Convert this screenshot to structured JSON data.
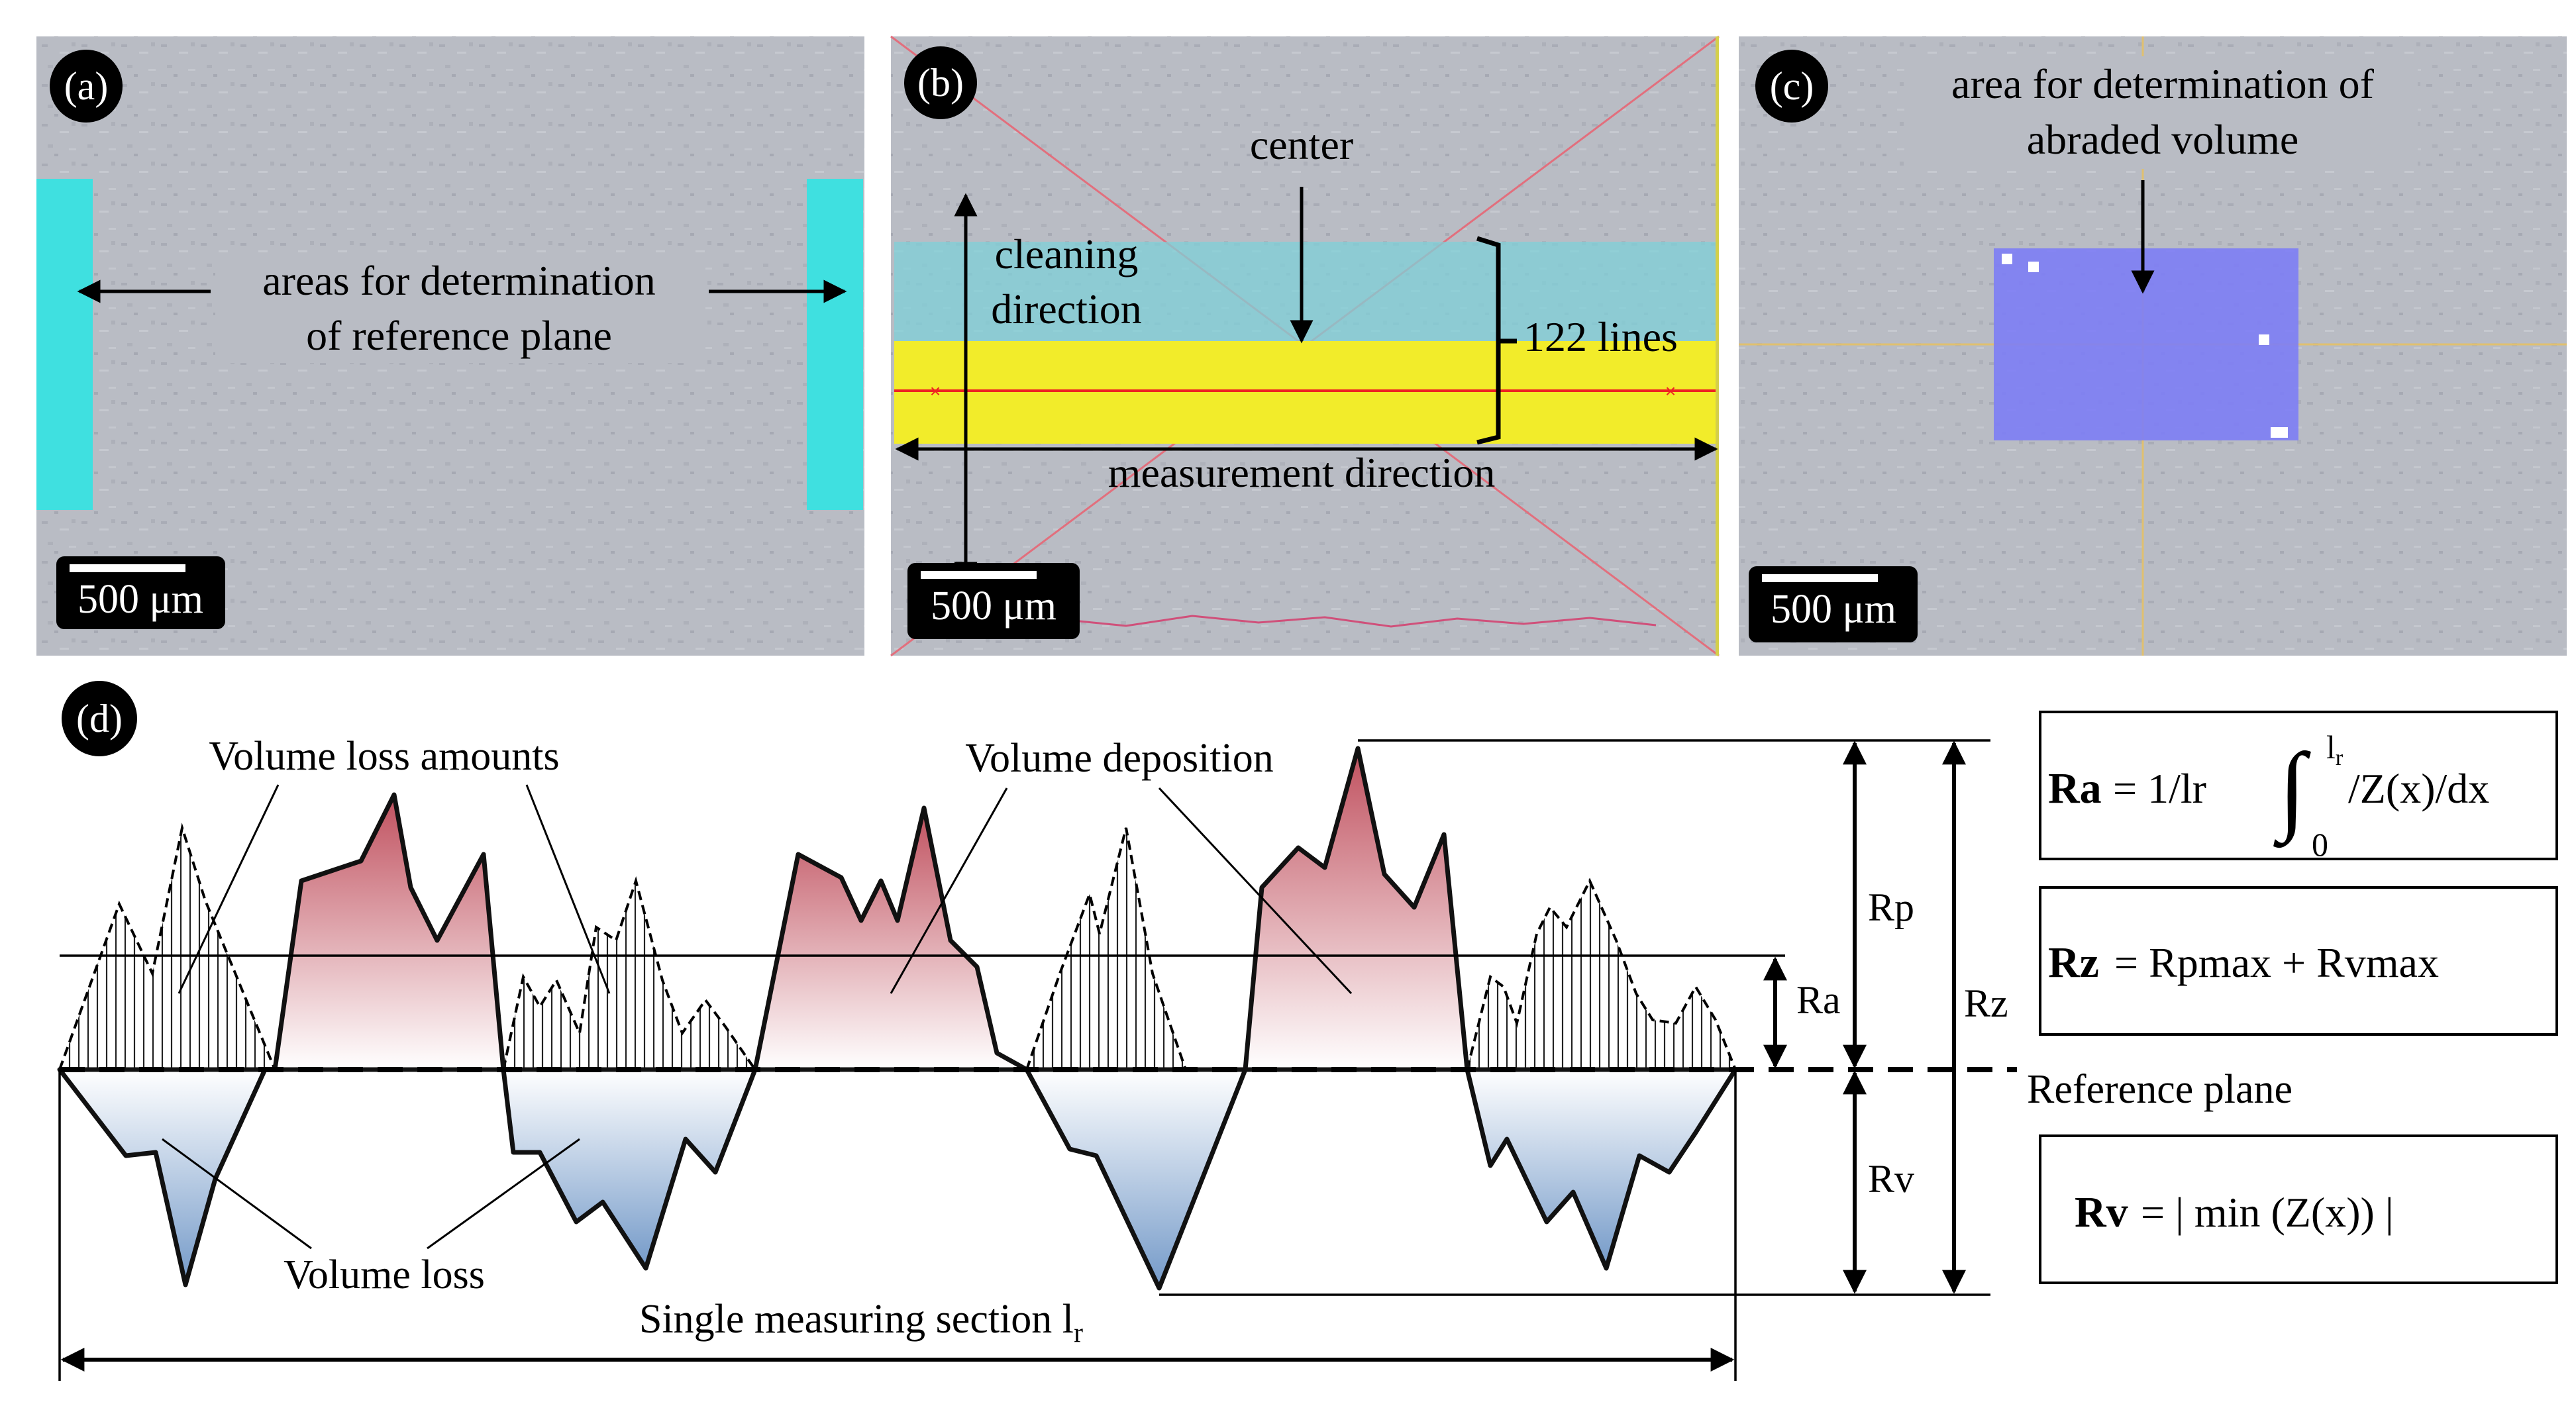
{
  "panels": {
    "a": {
      "label": "(a)",
      "annotation_line1": "areas for determination",
      "annotation_line2": "of reference plane",
      "scale_bar": "500 μm"
    },
    "b": {
      "label": "(b)",
      "center": "center",
      "cleaning_line1": "cleaning",
      "cleaning_line2": "direction",
      "lines_count": "122 lines",
      "measurement": "measurement direction",
      "scale_bar": "500 μm"
    },
    "c": {
      "label": "(c)",
      "annotation_line1": "area for determination of",
      "annotation_line2": "abraded volume",
      "scale_bar": "500 μm"
    },
    "d": {
      "label": "(d)",
      "volume_loss_amounts": "Volume loss amounts",
      "volume_deposition": "Volume deposition",
      "volume_loss": "Volume loss",
      "section": "Single measuring section l",
      "section_sub": "r",
      "ra": "Ra",
      "rp": "Rp",
      "rz": "Rz",
      "rv": "Rv",
      "reference_plane": "Reference plane"
    }
  },
  "formulas": {
    "ra": {
      "symbol": "Ra",
      "expr_pre": "= 1/lr",
      "upper_limit": "l",
      "upper_limit_sub": "r",
      "lower_limit": "0",
      "expr_post": "/Z(x)/dx"
    },
    "rz": {
      "symbol": "Rz",
      "expr": "= Rpmax + Rvmax"
    },
    "rv": {
      "symbol": "Rv",
      "expr": "=  | min (Z(x)) |"
    }
  },
  "colors": {
    "cyan_area": "#3fe0e0",
    "yellow_band": "#f2ec2a",
    "teal_band": "#7fd0d8",
    "blue_area": "#7d7df5",
    "red_profile": "#c85a66",
    "blue_profile": "#7ea3cf"
  }
}
